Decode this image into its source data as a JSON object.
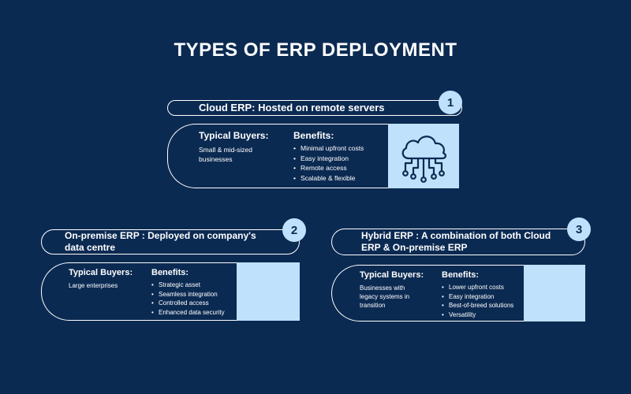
{
  "title": "TYPES OF ERP DEPLOYMENT",
  "colors": {
    "background": "#0b2a52",
    "accent": "#bfe1fb",
    "text": "#ffffff"
  },
  "cards": [
    {
      "number": "1",
      "header": "Cloud ERP:  Hosted on remote servers",
      "buyers_label": "Typical Buyers:",
      "buyers": "Small & mid-sized businesses",
      "benefits_label": "Benefits:",
      "benefits": [
        "Minimal upfront costs",
        "Easy integration",
        "Remote access",
        "Scalable & flexible"
      ],
      "icon": "cloud-network-icon"
    },
    {
      "number": "2",
      "header": "On-premise ERP :  Deployed on company's data centre",
      "buyers_label": "Typical Buyers:",
      "buyers": "Large enterprises",
      "benefits_label": "Benefits:",
      "benefits": [
        "Strategic asset",
        "Seamless integration",
        "Controlled access",
        "Enhanced data security"
      ]
    },
    {
      "number": "3",
      "header": "Hybrid ERP :  A combination of both Cloud ERP & On-premise ERP",
      "buyers_label": "Typical Buyers:",
      "buyers": "Businesses with legacy systems in transition",
      "benefits_label": "Benefits:",
      "benefits": [
        "Lower upfront costs",
        "Easy integration",
        "Best-of-breed solutions",
        "Versatility"
      ]
    }
  ]
}
